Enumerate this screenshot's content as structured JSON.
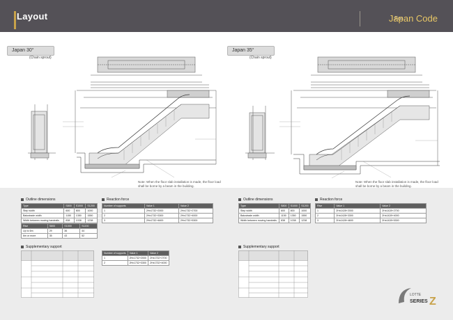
{
  "header": {
    "title": "Layout",
    "for": "For",
    "code": "Japan Code"
  },
  "left": {
    "label": "Japan 30°",
    "sub": "(Chain sprout)",
    "note": "Note: When the floor slab installation is made, the floor load shall be borne by a beam in the building."
  },
  "right": {
    "label": "Japan 35°",
    "sub": "(Chain sprout)",
    "note": "Note: When the floor slab installation is made, the floor load shall be borne by a beam in the building."
  },
  "tables": {
    "s1": "Outline dimensions",
    "s2": "Reaction force",
    "s3": "Supplementary support",
    "s4": "Outline dimensions",
    "s5": "Reaction force",
    "s6": "Supplementary support",
    "t1": {
      "head": [
        "Type",
        "S800",
        "S1000",
        "S1200"
      ],
      "rows": [
        [
          "Step width",
          "600",
          "800",
          "1000"
        ],
        [
          "Balustrade width",
          "1150",
          "1350",
          "1550"
        ],
        [
          "Width between moving handrails",
          "838",
          "1038",
          "1238"
        ]
      ]
    },
    "t2": {
      "head": [
        "Rise",
        "S800",
        "S1000",
        "S1200"
      ],
      "rows": [
        [
          "Up to 6m",
          "29",
          "36",
          "44"
        ],
        [
          "6m or more",
          "35",
          "43",
          "52"
        ]
      ]
    },
    "t3": {
      "head": [
        "Number of supports",
        "Value 1",
        "Value 2"
      ],
      "rows": [
        [
          "1",
          "2Hx1732+2000",
          "2Hx1732+2700"
        ],
        [
          "2",
          "2Hx1732+3300",
          "2Hx1732+4000"
        ],
        [
          "3",
          "2Hx1732+4600",
          "2Hx1732+5300"
        ]
      ]
    },
    "t4": {
      "head": [
        "Type",
        "S800",
        "S1000",
        "S1200"
      ],
      "rows": [
        [
          "Step width",
          "600",
          "800",
          "1000"
        ],
        [
          "Balustrade width",
          "1150",
          "1350",
          "1550"
        ],
        [
          "Width between moving handrails",
          "838",
          "1038",
          "1238"
        ]
      ]
    },
    "t5": {
      "head": [
        "Rise",
        "Value 1",
        "Value 2"
      ],
      "rows": [
        [
          "1",
          "2Hx1428+2000",
          "2Hx1428+2700"
        ],
        [
          "2",
          "2Hx1428+3300",
          "2Hx1428+4000"
        ],
        [
          "3",
          "2Hx1428+4600",
          "2Hx1428+5300"
        ]
      ]
    }
  },
  "logo": {
    "brand": "LOTTE",
    "series": "SERIES",
    "letter": "Z"
  }
}
